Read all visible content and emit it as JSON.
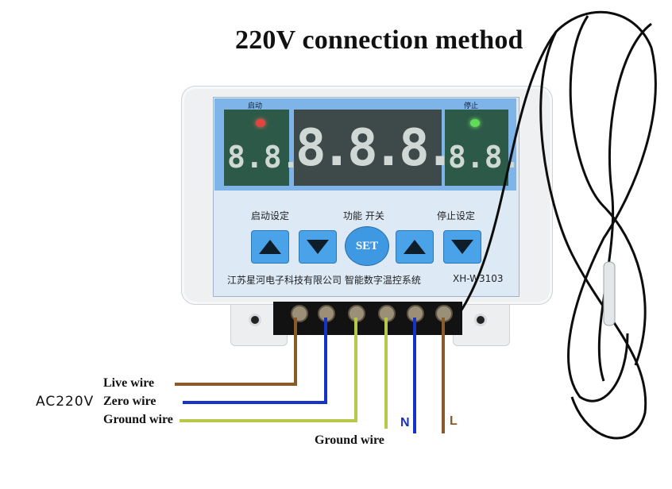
{
  "title": "220V connection method",
  "device": {
    "start_indicator_label": "启动",
    "stop_indicator_label": "停止",
    "left_display": "8.8.",
    "center_display": "8.8.8.",
    "right_display": "8.8.",
    "start_setting_label": "启动设定",
    "function_switch_label": "功能 开关",
    "stop_setting_label": "停止设定",
    "set_button_label": "SET",
    "brand_text": "江苏星河电子科技有限公司 智能数字温控系统",
    "model_text": "XH-W3103"
  },
  "wiring": {
    "live_wire_label": "Live wire",
    "zero_wire_label": "Zero wire",
    "ground_wire_label_left": "Ground wire",
    "ac_label": "AC220V",
    "ground_wire_label_bottom": "Ground wire",
    "n_label": "N",
    "l_label": "L"
  },
  "colors": {
    "live": "#8b5a2b",
    "neutral": "#1533c8",
    "ground": "#b7c84a",
    "display_blue": "#7fb4e8",
    "button_blue": "#4aa3e8"
  }
}
